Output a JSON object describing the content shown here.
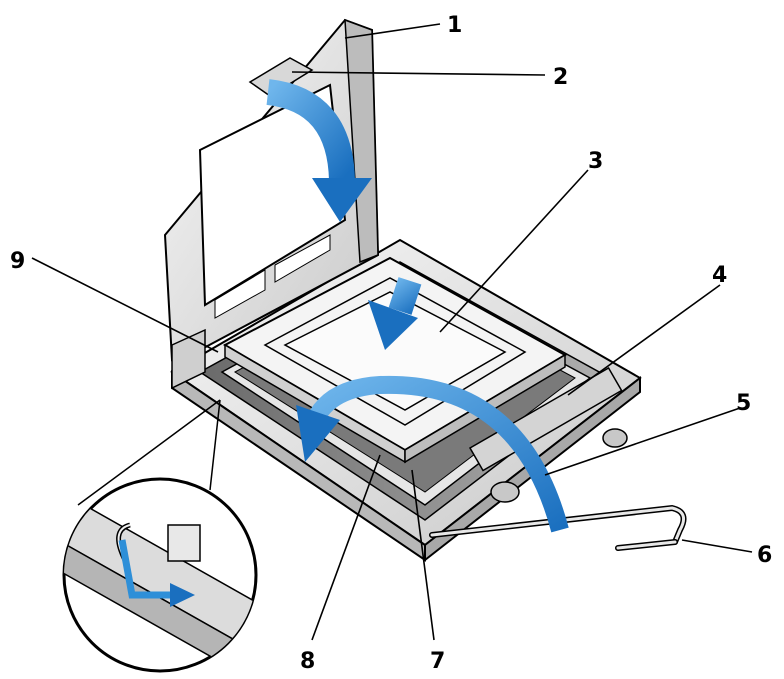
{
  "colors": {
    "arrow": "#2e8fd8",
    "arrow_dark": "#1666b0",
    "metal_light": "#f2f2f2",
    "metal_mid": "#cfcfcf",
    "metal_dark": "#9a9a9a",
    "outline": "#000000"
  },
  "callouts": [
    {
      "id": "1",
      "label": "1"
    },
    {
      "id": "2",
      "label": "2"
    },
    {
      "id": "3",
      "label": "3"
    },
    {
      "id": "4",
      "label": "4"
    },
    {
      "id": "5",
      "label": "5"
    },
    {
      "id": "6",
      "label": "6"
    },
    {
      "id": "7",
      "label": "7"
    },
    {
      "id": "8",
      "label": "8"
    },
    {
      "id": "9",
      "label": "9"
    }
  ]
}
